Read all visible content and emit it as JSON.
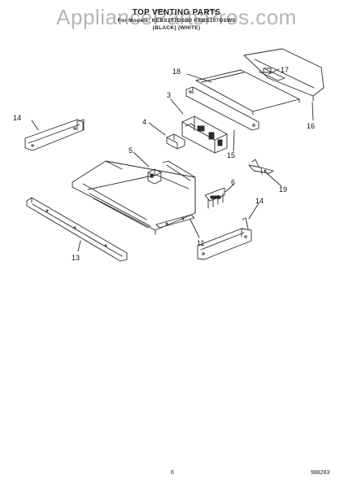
{
  "watermark": "AppliancePartsPros.com",
  "header": {
    "title": "TOP VENTING PARTS",
    "model_line": "For Models: KEBS107DSB0 KEBS107DSW0",
    "color_line": "(BLACK)     (WHITE)"
  },
  "callouts": [
    "3",
    "4",
    "5",
    "6",
    "11",
    "13",
    "14",
    "14",
    "15",
    "16",
    "17",
    "18",
    "19"
  ],
  "footer": {
    "page_number": "6",
    "doc_code": "988283"
  },
  "colors": {
    "line": "#2a2a2a",
    "text": "#111111",
    "watermark": "#8a8a8a"
  }
}
